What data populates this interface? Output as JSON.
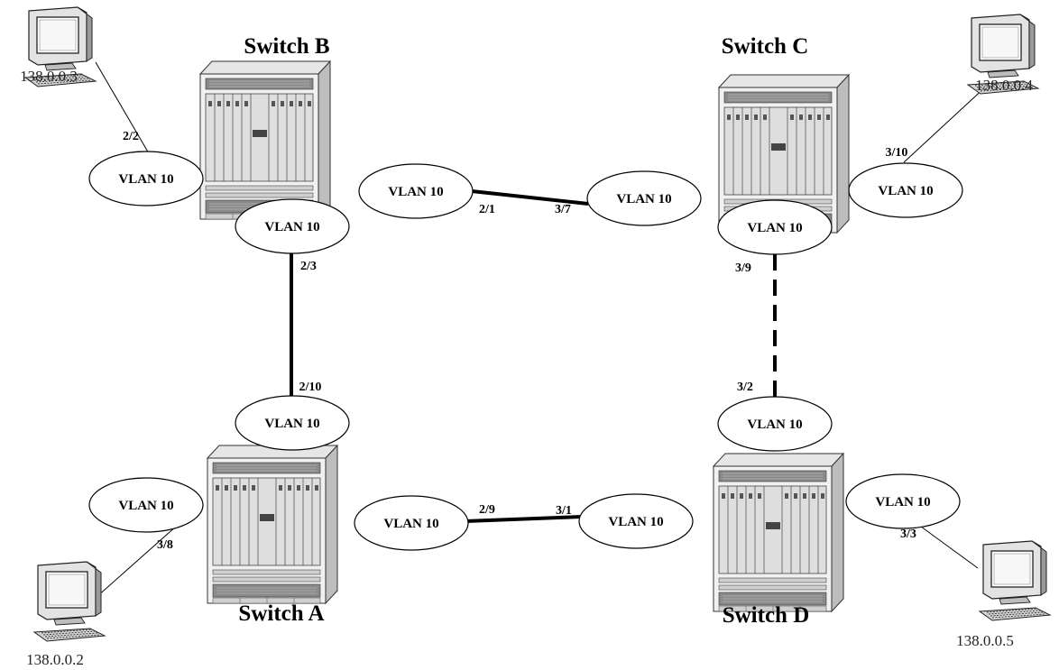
{
  "switches": {
    "a": {
      "title": "Switch A"
    },
    "b": {
      "title": "Switch B"
    },
    "c": {
      "title": "Switch C"
    },
    "d": {
      "title": "Switch D"
    }
  },
  "hosts": {
    "b": {
      "ip": "138.0.0.3"
    },
    "c": {
      "ip": "138.0.0.4"
    },
    "a": {
      "ip": "138.0.0.2"
    },
    "d": {
      "ip": "138.0.0.5"
    }
  },
  "vlans": {
    "host_b": "VLAN 10",
    "b_right": "VLAN 10",
    "c_left": "VLAN 10",
    "host_c": "VLAN 10",
    "b_bottom": "VLAN 10",
    "c_bottom": "VLAN 10",
    "a_top": "VLAN 10",
    "d_top": "VLAN 10",
    "host_a": "VLAN 10",
    "a_right": "VLAN 10",
    "d_left": "VLAN 10",
    "host_d": "VLAN 10"
  },
  "ports": {
    "host_b": "2/2",
    "b_c": "2/1",
    "c_b": "3/7",
    "host_c": "3/10",
    "b_a": "2/3",
    "c_d": "3/9",
    "a_b": "2/10",
    "d_c": "3/2",
    "a_d": "2/9",
    "d_a": "3/1",
    "host_a": "3/8",
    "host_d": "3/3"
  }
}
